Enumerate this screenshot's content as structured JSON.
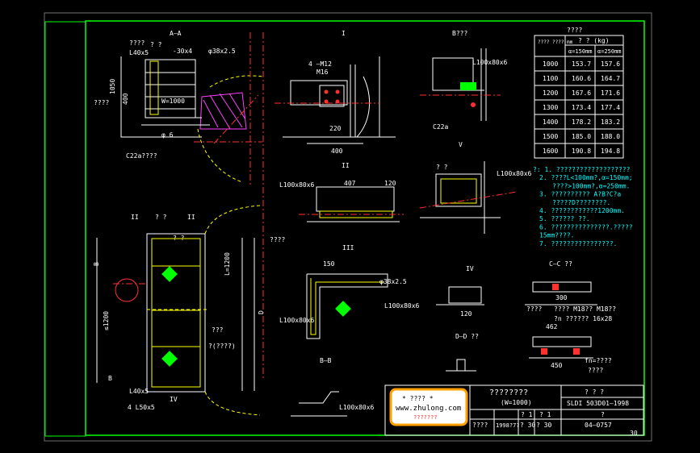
{
  "drawing": {
    "views": {
      "aa": "A—A",
      "v1": "I",
      "b_view": "B???",
      "v2": "II",
      "v3": "III",
      "v4": "IV",
      "v5": "V",
      "bb": "B—B",
      "cc": "C—C ??",
      "dd": "D—D ??"
    },
    "annotations": {
      "a1": "????",
      "a2": "? ?",
      "a3": "-30x4",
      "a4": "φ38x2.5",
      "a5": "L40x5",
      "a6": "1050",
      "a7": "400",
      "a8": "W=1000",
      "a9": "????",
      "a10": "C22a????",
      "a11": "φ 6",
      "a12": "4 —M12",
      "a13": "M16",
      "a14": "220",
      "a15": "400",
      "a16": "L100x80x6",
      "a17": "C22a",
      "a18": "407",
      "a19": "120",
      "a20": "150",
      "a21": "L100x80x6",
      "a22": "120",
      "a23": "300",
      "a24": "L100x80x6",
      "a25": "462",
      "a26": "450",
      "a27": "????",
      "a28": "? ?",
      "a29": "???",
      "a30": "?(????)",
      "a31": "L=1200",
      "a32": "≤1200",
      "a33": "B",
      "a34": "D",
      "a35": "???? M18?? M18??",
      "a36": "?n ??????  16x28",
      "a37": "fn=????",
      "a38": "????",
      "a39": "4 L50x5"
    },
    "weight_table": {
      "title": "????",
      "header_left": "???? ???? mm",
      "header_right": "? ? (kg)",
      "col1": "α=150mm",
      "col2": "α=250mm",
      "rows": [
        [
          "1000",
          "153.7",
          "157.6"
        ],
        [
          "1100",
          "160.6",
          "164.7"
        ],
        [
          "1200",
          "167.6",
          "171.6"
        ],
        [
          "1300",
          "173.4",
          "177.4"
        ],
        [
          "1400",
          "178.2",
          "183.2"
        ],
        [
          "1500",
          "185.0",
          "188.0"
        ],
        [
          "1600",
          "190.8",
          "194.8"
        ]
      ]
    },
    "notes": [
      "?: 1. ???????????????????",
      "2. ????L<100mm?,α=150mm;",
      "????>100mm?,α=250mm.",
      "3. ??????????  A?B?C?a",
      "?????D????????.",
      "4. ????????????1200mm.",
      "5. ??????  ??.",
      "6. ???????????????.?????",
      "15mm????.",
      "7. ????????????????."
    ],
    "title_block": {
      "logo_stars": "* ???? *",
      "logo_url": "www.zhulong.com",
      "logo_sub": "???????",
      "name": "????????",
      "spec": "(W=1000)",
      "header_right": "? ?  ?",
      "drawing_code": "SLDI 503D01—1998",
      "row2_a": "? 1",
      "row2_b": "? 1",
      "row2_c": "?",
      "row3_a": "????",
      "row3_b": "1998?7?",
      "row3_c": "? 30",
      "row3_d": "? 30",
      "row3_e": "04—0757",
      "sheet": "30"
    }
  }
}
